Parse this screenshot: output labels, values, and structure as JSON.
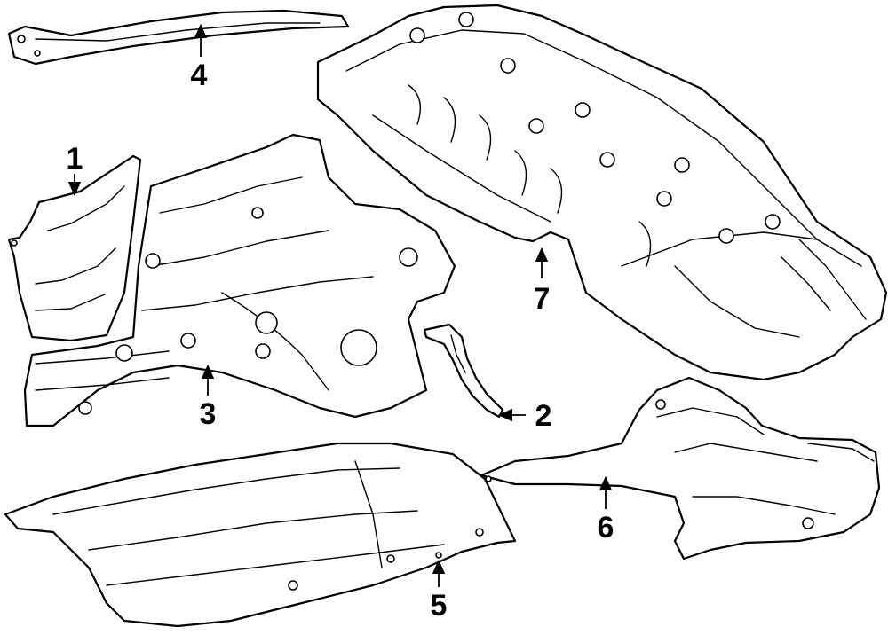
{
  "diagram": {
    "callouts": [
      {
        "id": 1,
        "label": "1"
      },
      {
        "id": 2,
        "label": "2"
      },
      {
        "id": 3,
        "label": "3"
      },
      {
        "id": 4,
        "label": "4"
      },
      {
        "id": 5,
        "label": "5"
      },
      {
        "id": 6,
        "label": "6"
      },
      {
        "id": 7,
        "label": "7"
      }
    ]
  }
}
